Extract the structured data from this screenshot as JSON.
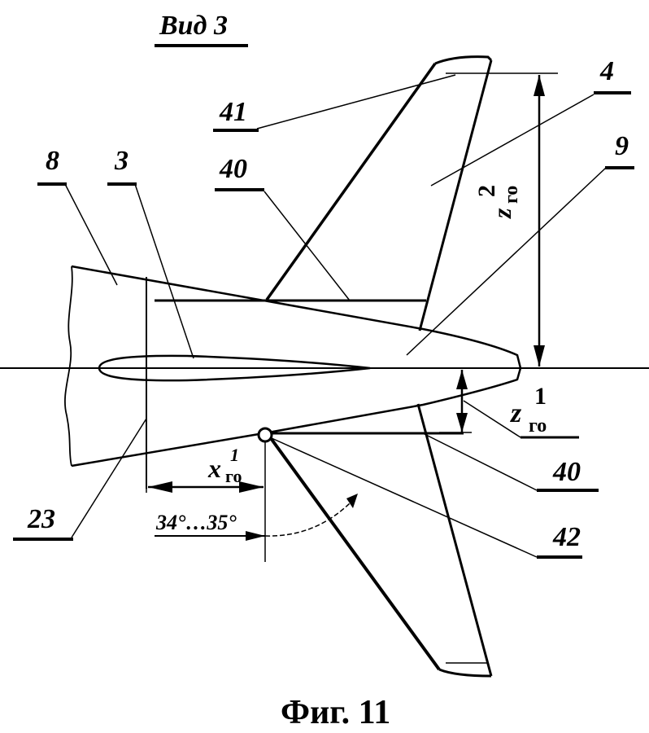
{
  "view_title": "Вид 3",
  "figure_caption": "Фиг. 11",
  "reference_numerals": {
    "n41": "41",
    "n4": "4",
    "n40_top": "40",
    "n8": "8",
    "n3": "3",
    "n9": "9",
    "n23": "23",
    "n40_bottom": "40",
    "n42": "42"
  },
  "dimensions": {
    "z_top": {
      "base": "z",
      "sub": "го",
      "sup": "2"
    },
    "z_right": {
      "base": "z",
      "sub": "го",
      "sup": "1"
    },
    "x_left": {
      "base": "x",
      "sub": "го",
      "sup": "1"
    },
    "angle_range": "34°…35°"
  }
}
